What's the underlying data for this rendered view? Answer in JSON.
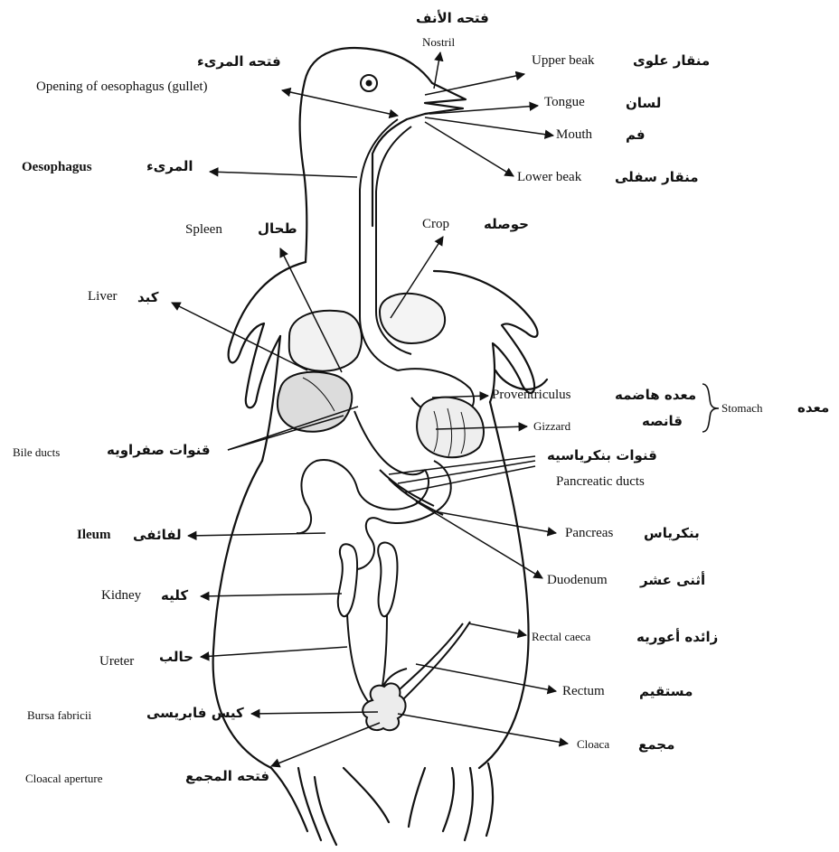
{
  "labels": {
    "nostril": {
      "ar": "فتحه الأنف",
      "en": "Nostril"
    },
    "upper_beak": {
      "en": "Upper beak",
      "ar": "منقار علوى"
    },
    "tongue": {
      "en": "Tongue",
      "ar": "لسان"
    },
    "mouth": {
      "en": "Mouth",
      "ar": "فم"
    },
    "lower_beak": {
      "en": "Lower beak",
      "ar": "منقار سفلى"
    },
    "oesophagus_opening": {
      "ar": "فتحه المرىء",
      "en": "Opening of oesophagus (gullet)"
    },
    "oesophagus": {
      "en": "Oesophagus",
      "ar": "المرىء"
    },
    "spleen": {
      "en": "Spleen",
      "ar": "طحال"
    },
    "crop": {
      "en": "Crop",
      "ar": "حوصله"
    },
    "liver": {
      "en": "Liver",
      "ar": "كبد"
    },
    "proventriculus": {
      "en": "Proventriculus",
      "ar": "معده هاضمه"
    },
    "gizzard": {
      "en": "Gizzard",
      "ar": "قانصه"
    },
    "stomach": {
      "en": "Stomach",
      "ar": "معده"
    },
    "bile_ducts": {
      "en": "Bile ducts",
      "ar": "قنوات صفراويه"
    },
    "pancreatic_ducts": {
      "ar": "قنوات بنكرياسيه",
      "en": "Pancreatic ducts"
    },
    "ileum": {
      "en": "Ileum",
      "ar": "لفائفى"
    },
    "pancreas": {
      "en": "Pancreas",
      "ar": "بنكرياس"
    },
    "duodenum": {
      "en": "Duodenum",
      "ar": "أثنى عشر"
    },
    "kidney": {
      "en": "Kidney",
      "ar": "كليه"
    },
    "rectal_caeca": {
      "en": "Rectal caeca",
      "ar": "زائده أعوريه"
    },
    "ureter": {
      "en": "Ureter",
      "ar": "حالب"
    },
    "rectum": {
      "en": "Rectum",
      "ar": "مستقيم"
    },
    "bursa_fabricii": {
      "en": "Bursa fabricii",
      "ar": "كيس فابريسى"
    },
    "cloaca": {
      "en": "Cloaca",
      "ar": "مجمع"
    },
    "cloacal_aperture": {
      "en": "Cloacal aperture",
      "ar": "فتحه المجمع"
    }
  }
}
